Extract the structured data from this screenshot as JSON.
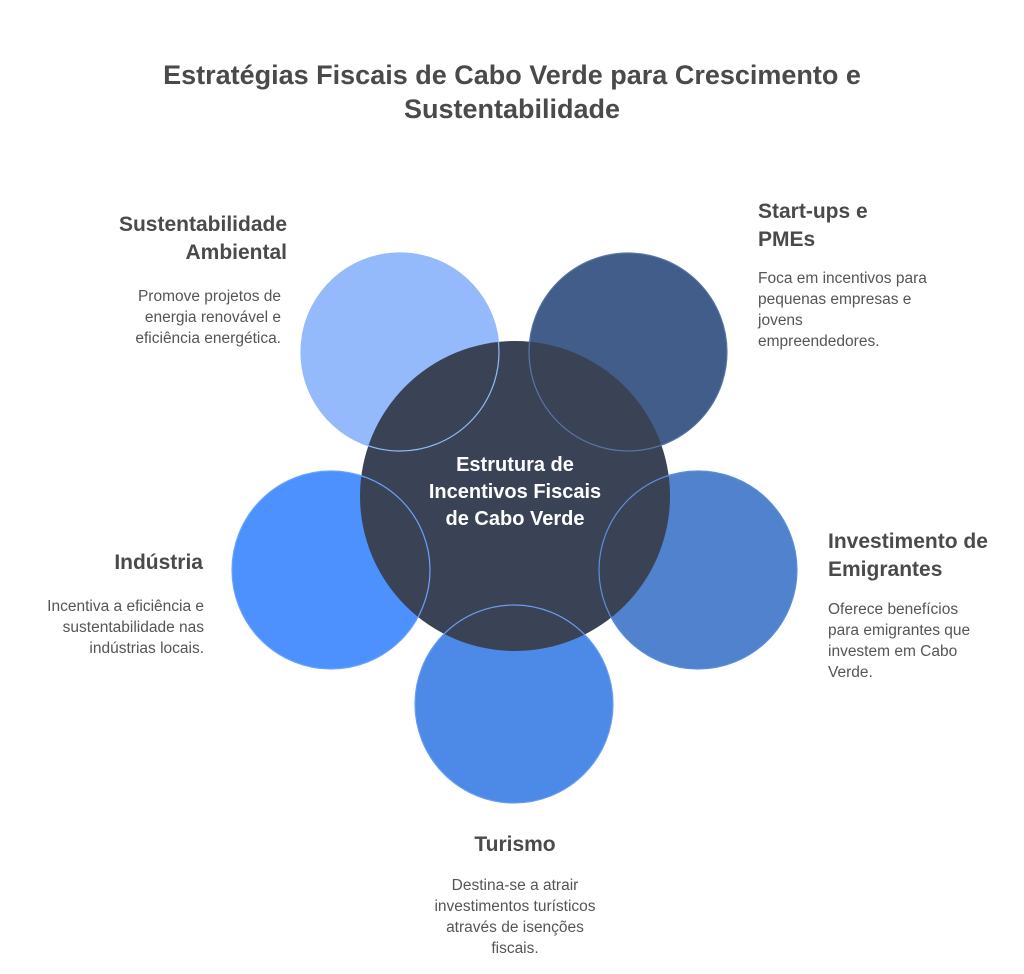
{
  "title": "Estratégias Fiscais de Cabo Verde para Crescimento e Sustentabilidade",
  "center": {
    "label": "Estrutura de Incentivos Fiscais de Cabo Verde",
    "color": "#3a4356"
  },
  "items": [
    {
      "heading": "Sustentabilidade Ambiental",
      "description": "Promove projetos de energia renovável e eficiência energética.",
      "color": "#94bafc"
    },
    {
      "heading": "Start-ups e PMEs",
      "description": "Foca em incentivos para pequenas empresas e jovens empreendedores.",
      "color": "#425d89"
    },
    {
      "heading": "Investimento de Emigrantes",
      "description": "Oferece benefícios para emigrantes que investem em Cabo Verde.",
      "color": "#5182cd"
    },
    {
      "heading": "Turismo",
      "description": "Destina-se a atrair investimentos turísticos através de isenções fiscais.",
      "color": "#4d89e7"
    },
    {
      "heading": "Indústria",
      "description": "Incentiva a eficiência e sustentabilidade nas indústrias locais.",
      "color": "#4d91fe"
    }
  ]
}
